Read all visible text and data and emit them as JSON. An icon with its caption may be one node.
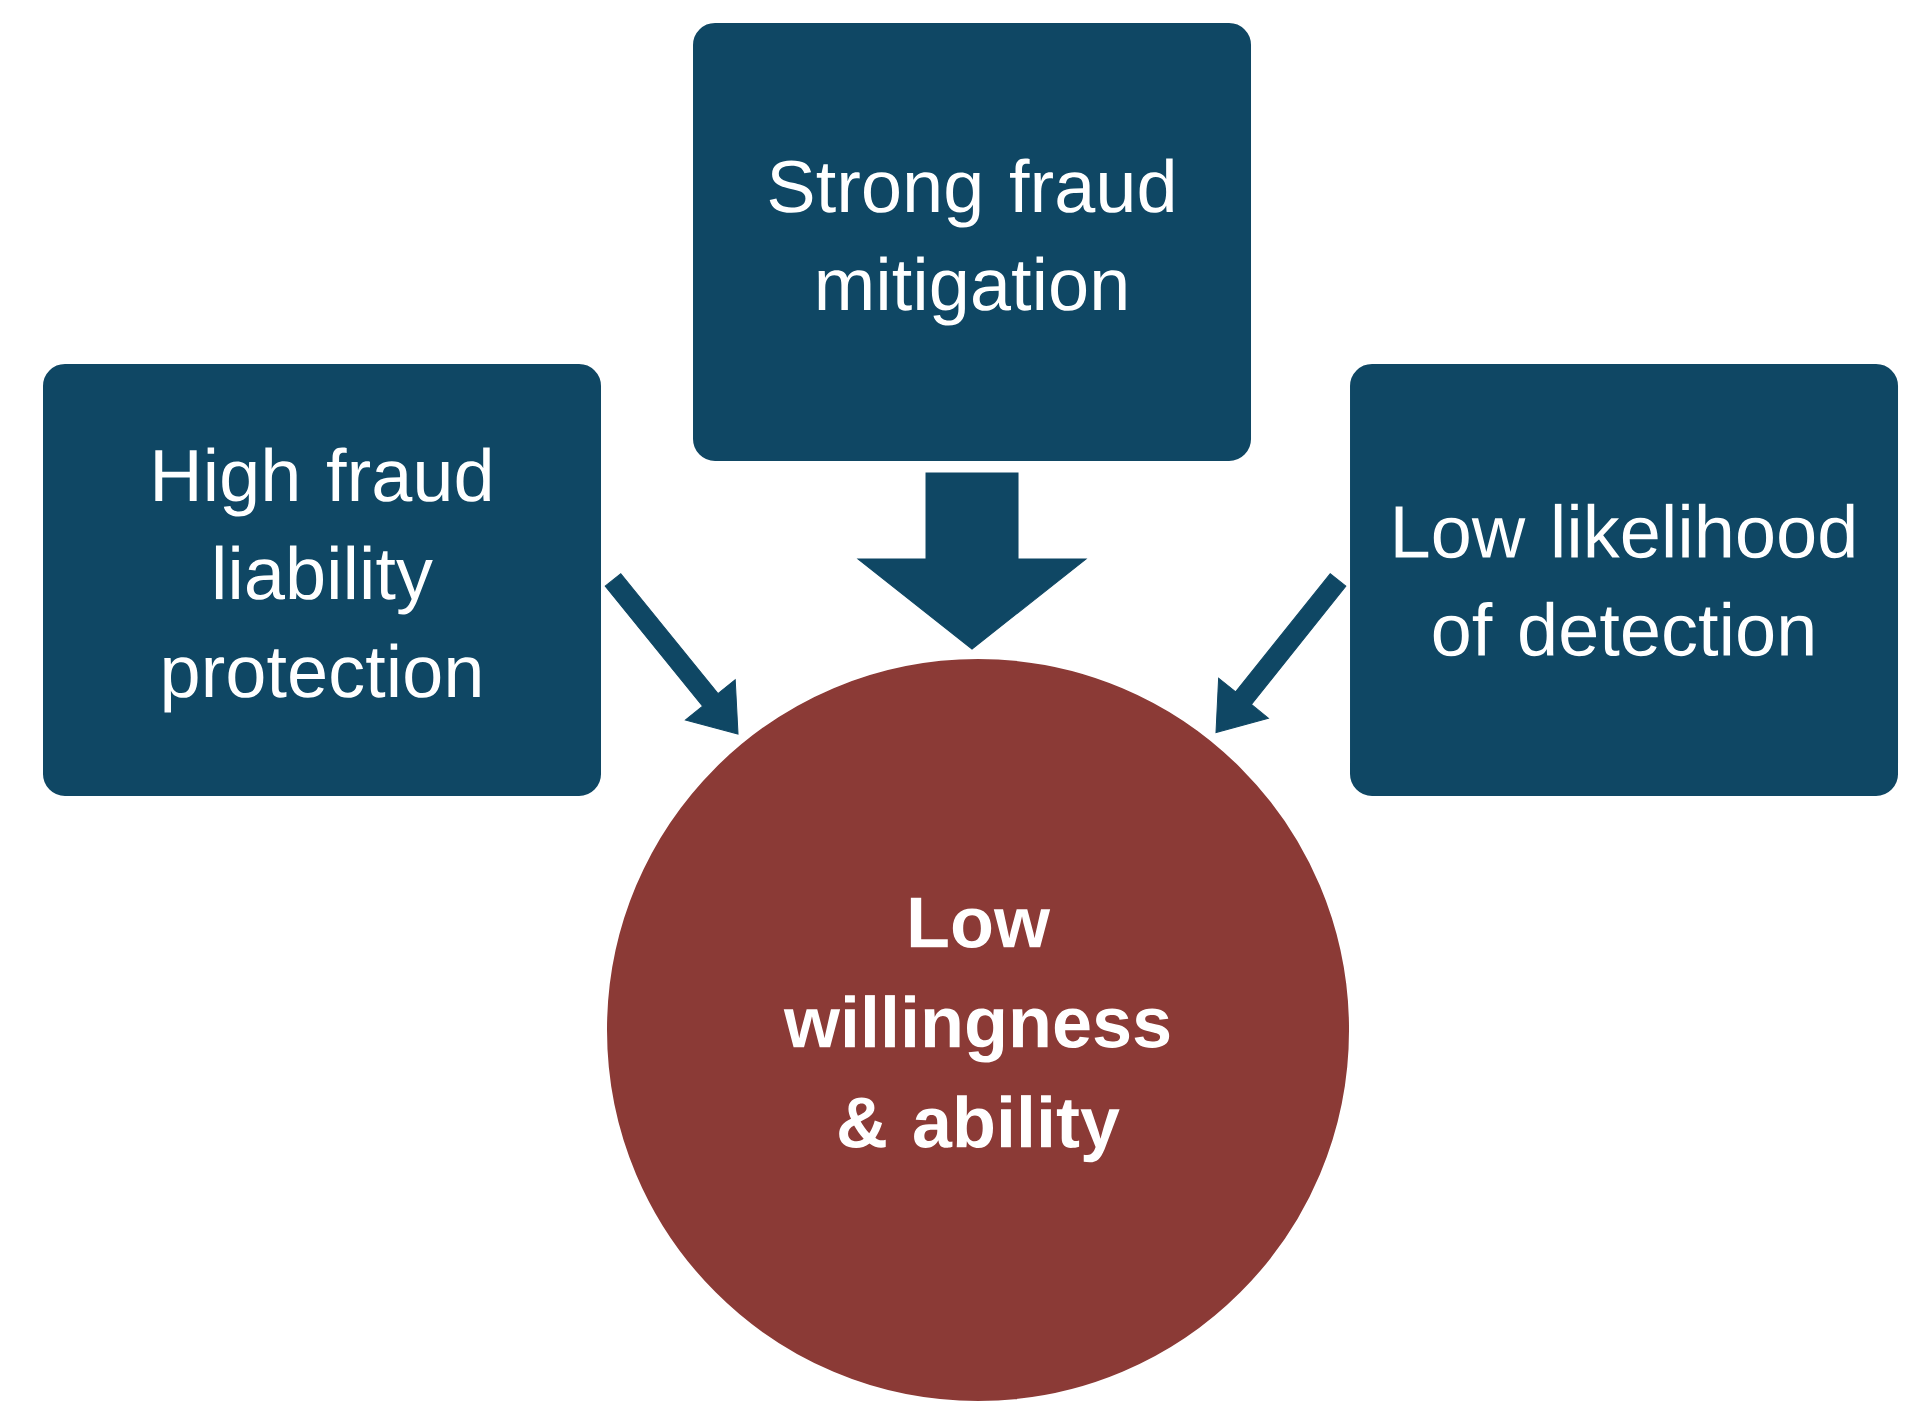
{
  "diagram": {
    "nodes": [
      {
        "text": [
          "Strong fraud mitigation"
        ]
      },
      {
        "text": [
          "High fraud liability protection"
        ]
      },
      {
        "text": [
          "Low likelihood of detection"
        ]
      },
      {
        "text": [
          "Low willingness & ability"
        ]
      }
    ],
    "edges": [
      {
        "from": 0,
        "to": 3,
        "arrow": "to",
        "style": "thick"
      },
      {
        "from": 1,
        "to": 3,
        "arrow": "to"
      },
      {
        "from": 2,
        "to": 3,
        "arrow": "to"
      }
    ]
  }
}
